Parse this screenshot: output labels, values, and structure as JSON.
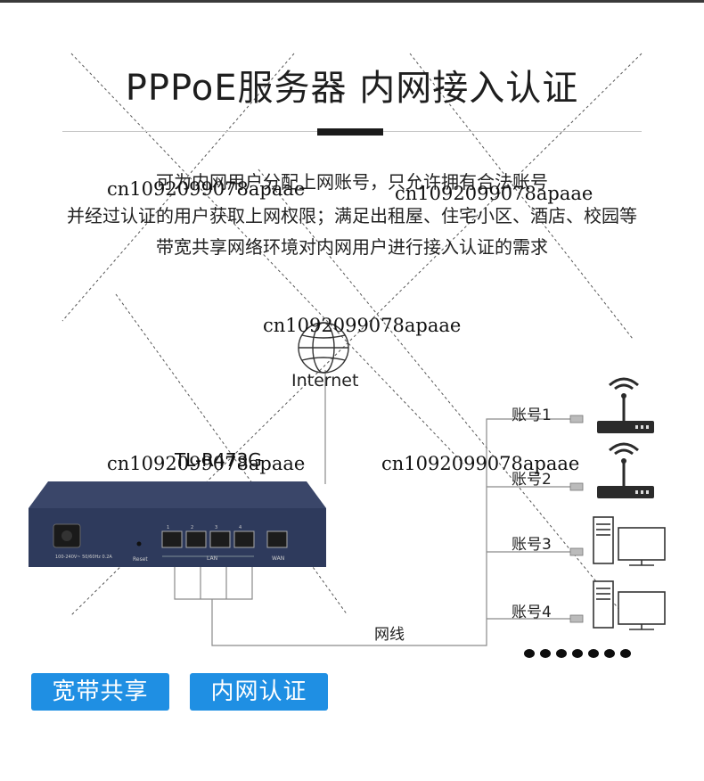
{
  "title": "PPPoE服务器  内网接入认证",
  "description": [
    "可为内网用户分配上网账号，只允许拥有合法账号",
    "并经过认证的用户获取上网权限；满足出租屋、住宅小区、酒店、校园等",
    "带宽共享网络环境对内网用户进行接入认证的需求"
  ],
  "watermark": "cn1092099078apaae",
  "internet_label": "Internet",
  "router": {
    "model": "TL-R473G",
    "power_label": "100-240V~ 50/60Hz 0.2A",
    "reset_label": "Reset",
    "lan_label": "LAN",
    "wan_label": "WAN",
    "port_numbers": [
      "1",
      "2",
      "3",
      "4"
    ]
  },
  "cable_label": "网线",
  "accounts": [
    "账号1",
    "账号2",
    "账号3",
    "账号4"
  ],
  "badges": [
    "宽带共享",
    "内网认证"
  ],
  "colors": {
    "badge": "#1f8fe3",
    "router_body": "#2e3a5c"
  },
  "icons": {
    "internet": "globe-icon",
    "account1": "wifi-router-icon",
    "account2": "wifi-router-icon",
    "account3": "desktop-computer-icon",
    "account4": "desktop-computer-icon"
  }
}
